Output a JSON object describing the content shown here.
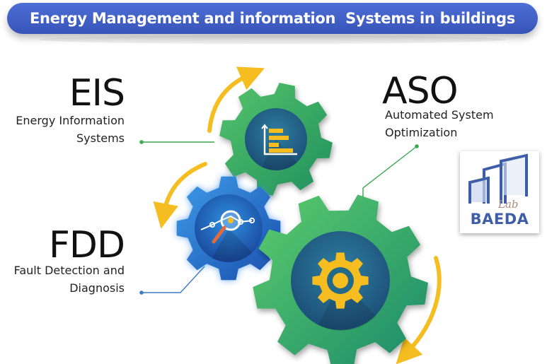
{
  "banner": {
    "title": "Energy Management and information  Systems in buildings"
  },
  "nodes": {
    "eis": {
      "acronym": "EIS",
      "line1": "Energy Information",
      "line2": "Systems"
    },
    "fdd": {
      "acronym": "FDD",
      "line1": "Fault Detection and",
      "line2": "Diagnosis"
    },
    "aso": {
      "acronym": "ASO",
      "line1": "Automated System",
      "line2": "Optimization"
    }
  },
  "logo": {
    "lab": "Lab",
    "name": "BAEDA"
  },
  "colors": {
    "banner": "#3f5cc4",
    "eis_gear": "#3fae5a",
    "fdd_gear": "#2a7ad2",
    "aso_gear": "#3fae5a",
    "arrows": "#f5bd1f",
    "eis_connector": "#3aa84f",
    "fdd_connector": "#3b7ac4",
    "aso_connector": "#3aa84f"
  },
  "icons": {
    "eis": "bar-chart-icon",
    "fdd": "magnifier-trend-icon",
    "aso": "cog-icon"
  }
}
